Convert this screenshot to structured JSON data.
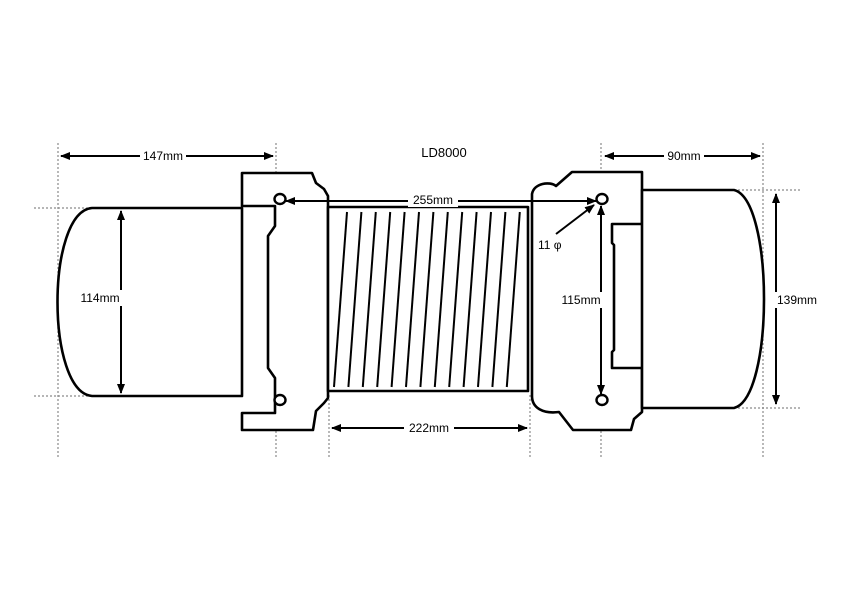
{
  "diagram": {
    "title": "LD8000",
    "dimensions": {
      "motor_length": "147mm",
      "gearbox_length": "90mm",
      "bolt_span": "255mm",
      "drum_length": "222mm",
      "motor_diameter": "114mm",
      "bolt_height": "115mm",
      "overall_height": "139mm",
      "hole_diameter": "11 φ"
    }
  }
}
